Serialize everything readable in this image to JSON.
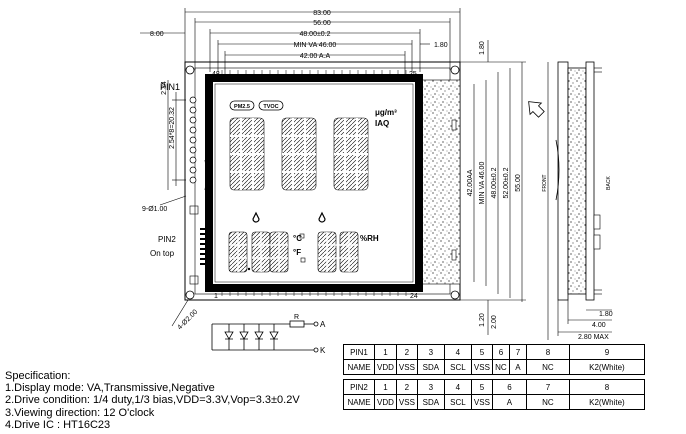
{
  "dimensions": {
    "d_83": "83.00",
    "d_56": "56.00",
    "d_48": "48.00±0.2",
    "d_va": "MIN VA 46.00",
    "d_aa": "42.00 A.A",
    "d_8": "8.00",
    "d_180": "1.80",
    "d_234": "2.34",
    "d_pitch": "2.54*8=20.32",
    "d_hole": "9-Ø1.00",
    "d_hole2": "4-Ø2.00",
    "v_aa": "42.00AA",
    "v_va": "MIN VA 46.00",
    "v_48": "48.00±0.2",
    "v_52": "52.00±0.2",
    "v_55": "55.00",
    "v_120": "1.20",
    "v_200": "2.00",
    "side_180": "1.80",
    "side_400": "4.00",
    "side_280": "2.80 MAX",
    "v_top": "1.80"
  },
  "labels": {
    "pin1": "PIN1",
    "pin2": "PIN2",
    "on_top": "On top",
    "front": "FRONT",
    "back": "BACK",
    "n48": "48",
    "n25": "25",
    "n1": "1",
    "n24": "24",
    "pm25": "PM2.5",
    "tvoc": "TVOC",
    "ugm3": "μg/m³",
    "iaq": "IAQ",
    "degc": "°C",
    "degf": "°F",
    "rh": "%RH",
    "backlight_a": "A",
    "backlight_k": "K",
    "backlight_r": "R"
  },
  "spec": {
    "title": "Specification:",
    "line1": "1.Display mode: VA,Transmissive,Negative",
    "line2": "2.Drive condition: 1/4 duty,1/3 bias,VDD=3.3V,Vop=3.3±0.2V",
    "line3": "3.Viewing direction: 12 O'clock",
    "line4": "4.Drive IC : HT16C23"
  },
  "pin_table": {
    "pin1_row": [
      "PIN1",
      "1",
      "2",
      "3",
      "4",
      "5",
      "6",
      "7",
      "8",
      "9"
    ],
    "pin1_name": [
      "NAME",
      "VDD",
      "VSS",
      "SDA",
      "SCL",
      "VSS",
      "NC",
      "A",
      "NC",
      "K2(White)"
    ],
    "pin2_row": [
      "PIN2",
      "1",
      "2",
      "3",
      "4",
      "5",
      "6",
      "7",
      "8"
    ],
    "pin2_name": [
      "NAME",
      "VDD",
      "VSS",
      "SDA",
      "SCL",
      "VSS",
      "A",
      "NC",
      "K2(White)"
    ]
  }
}
